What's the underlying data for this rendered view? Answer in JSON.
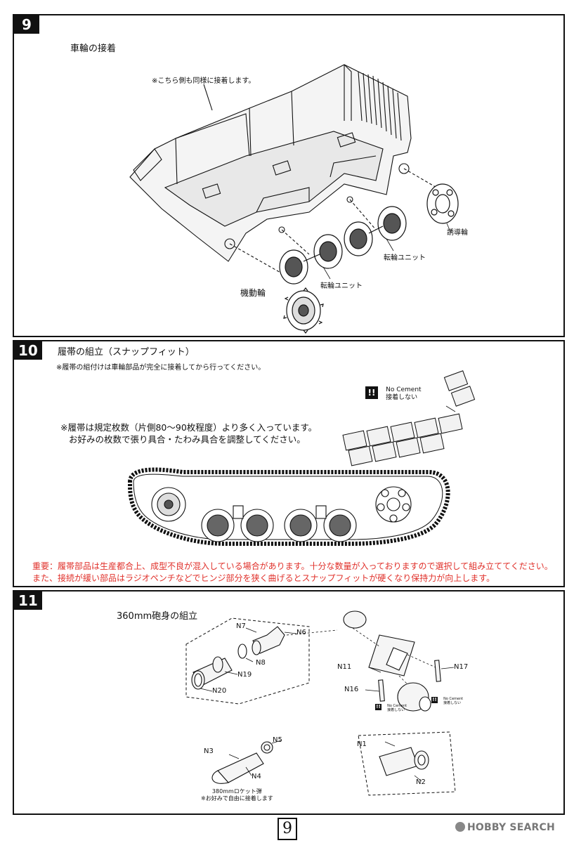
{
  "step9": {
    "number": "9",
    "title": "車輪の接着",
    "note": "※こちら側も同様に接着します。",
    "labels": {
      "idler": "誘導輪",
      "roadwheel_unit_1": "転輪ユニット",
      "roadwheel_unit_2": "転輪ユニット",
      "sprocket": "機動輪"
    }
  },
  "step10": {
    "number": "10",
    "title": "履帯の組立（スナップフィット）",
    "note": "※履帯の組付けは車輪部品が完全に接着してから行ってください。",
    "no_cement": {
      "symbol": "!!",
      "en": "No Cement",
      "jp": "接着しない"
    },
    "track_note_line1": "※履帯は規定枚数（片側80〜90枚程度）より多く入っています。",
    "track_note_line2": "お好みの枚数で張り具合・たわみ具合を調整してください。",
    "warning_line1": "重要：履帯部品は生産都合上、成型不良が混入している場合があります。十分な数量が入っておりますので選択して組み立ててください。",
    "warning_line2": "また、接続が緩い部品はラジオペンチなどでヒンジ部分を狭く曲げるとスナップフィットが硬くなり保持力が向上します。"
  },
  "step11": {
    "number": "11",
    "title": "360mm砲身の組立",
    "parts": {
      "n7": "N7",
      "n6": "N6",
      "n8": "N8",
      "n19": "N19",
      "n20": "N20",
      "n11": "N11",
      "n17": "N17",
      "n16": "N16",
      "n1": "N1",
      "n2": "N2",
      "n3": "N3",
      "n5": "N5",
      "n4": "N4"
    },
    "no_cement_small_1": {
      "symbol": "!!",
      "en": "No Cement",
      "jp": "接着しない"
    },
    "no_cement_small_2": {
      "symbol": "!!",
      "en": "No Cement",
      "jp": "接着しない"
    },
    "rocket_caption_line1": "380mmロケット弾",
    "rocket_caption_line2": "※お好みで自由に接着します"
  },
  "footer": {
    "page_number": "9",
    "watermark": "HOBBY SEARCH"
  }
}
